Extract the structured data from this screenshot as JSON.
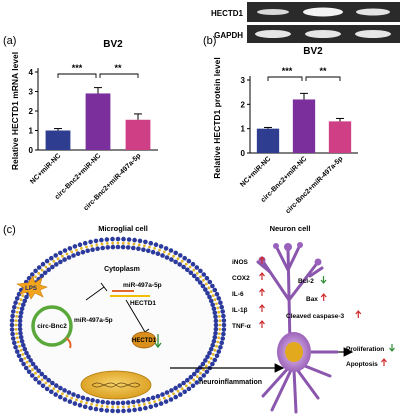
{
  "panel_a": {
    "letter": "(a)",
    "title": "BV2",
    "ylabel": "Relative HECTD1 mRNA level",
    "yticks": [
      "0",
      "1",
      "2",
      "3",
      "4"
    ],
    "sig_marks": [
      "***",
      "**"
    ]
  },
  "panel_b": {
    "letter": "(b)",
    "title": "BV2",
    "ylabel": "Relative HECTD1 protein level",
    "yticks": [
      "0",
      "1",
      "2",
      "3"
    ],
    "sig_marks": [
      "***",
      "**"
    ],
    "blot_labels": [
      "HECTD1",
      "GAPDH"
    ]
  },
  "chart_data": [
    {
      "type": "bar",
      "panel": "a",
      "title": "BV2",
      "ylabel": "Relative HECTD1 mRNA level",
      "categories": [
        "NC+miR-NC",
        "circ-Bnc2+miR-NC",
        "circ-Bnc2+miR-497a-5p"
      ],
      "values": [
        1.0,
        2.9,
        1.55
      ],
      "errors": [
        0.1,
        0.3,
        0.3
      ],
      "colors": [
        "#2e3d8f",
        "#7b2f9c",
        "#cf3f86"
      ],
      "ylim": [
        0,
        4
      ]
    },
    {
      "type": "bar",
      "panel": "b",
      "title": "BV2",
      "ylabel": "Relative HECTD1 protein level",
      "categories": [
        "NC+miR-NC",
        "circ-Bnc2+miR-NC",
        "circ-Bnc2+miR-497a-5p"
      ],
      "values": [
        1.0,
        2.2,
        1.3
      ],
      "errors": [
        0.05,
        0.25,
        0.12
      ],
      "colors": [
        "#2e3d8f",
        "#7b2f9c",
        "#cf3f86"
      ],
      "ylim": [
        0,
        3
      ]
    }
  ],
  "panel_c": {
    "letter": "(c)",
    "microglial_cell": "Microglial cell",
    "cytoplasm": "Cytoplasm",
    "lps": "LPS",
    "circ": "circ-Bnc2",
    "mir_cyto": "miR-497a-5p",
    "mir_complex": "miR-497a-5p",
    "hectd1_gene": "HECTD1",
    "hectd1_protein": "HECTD1",
    "neuroinflammation": "neuroinflammation",
    "neuron_cell": "Neuron cell",
    "cytokines": [
      "iNOS",
      "COX2",
      "IL-6",
      "IL-1β",
      "TNF-α"
    ],
    "apoptosis_markers": [
      "Bcl-2",
      "Bax",
      "Cleaved caspase-3"
    ],
    "outcomes": [
      "Proliferation",
      "Apoptosis"
    ],
    "up_color": "#d0282a",
    "down_color": "#2e8b34"
  }
}
